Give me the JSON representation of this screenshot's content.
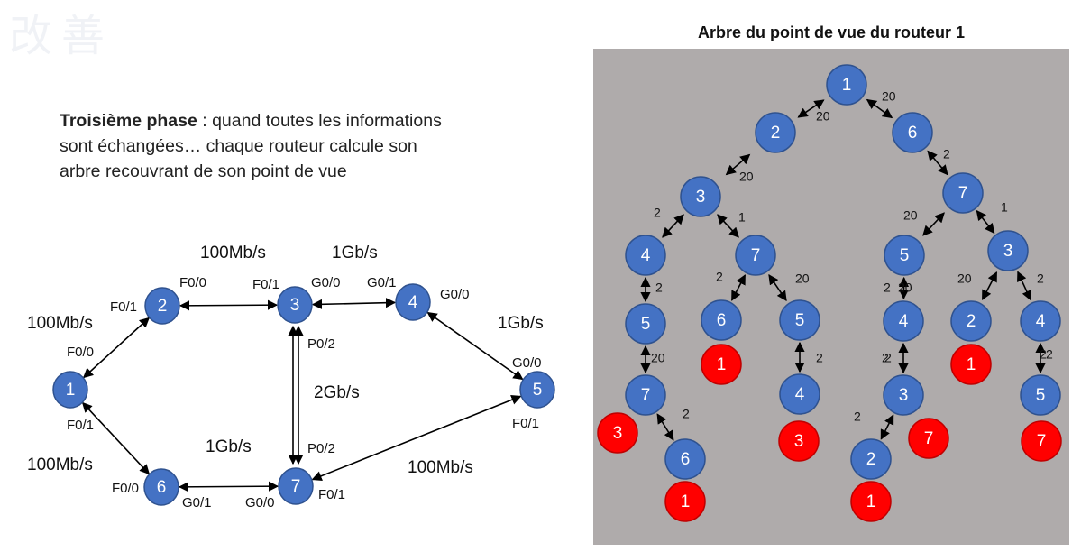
{
  "watermark": "改善",
  "intro": {
    "bold": "Troisième phase",
    "line1_rest": " : quand toutes les informations",
    "line2": "sont échangées… chaque routeur calcule son",
    "line3": "arbre recouvrant de son point de vue"
  },
  "tree_title": "Arbre du point de vue du routeur 1",
  "colors": {
    "blue": "#4472c4",
    "red": "#ff0000",
    "panel": "#afabab"
  },
  "network": {
    "nodes": [
      {
        "id": "r1",
        "label": "1"
      },
      {
        "id": "r2",
        "label": "2"
      },
      {
        "id": "r3",
        "label": "3"
      },
      {
        "id": "r4",
        "label": "4"
      },
      {
        "id": "r5",
        "label": "5"
      },
      {
        "id": "r6",
        "label": "6"
      },
      {
        "id": "r7",
        "label": "7"
      }
    ],
    "labels": [
      {
        "text": "100Mb/s",
        "cls": "big"
      },
      {
        "text": "1Gb/s",
        "cls": "big"
      },
      {
        "text": "100Mb/s",
        "cls": "big"
      },
      {
        "text": "1Gb/s",
        "cls": "big"
      },
      {
        "text": "2Gb/s",
        "cls": "big"
      },
      {
        "text": "100Mb/s",
        "cls": "big"
      },
      {
        "text": "1Gb/s",
        "cls": "big"
      },
      {
        "text": "100Mb/s",
        "cls": "big"
      },
      {
        "text": "F0/0",
        "cls": "small"
      },
      {
        "text": "F0/1",
        "cls": "small"
      },
      {
        "text": "G0/0",
        "cls": "small"
      },
      {
        "text": "G0/1",
        "cls": "small"
      },
      {
        "text": "G0/0",
        "cls": "small"
      },
      {
        "text": "F0/1",
        "cls": "small"
      },
      {
        "text": "F0/0",
        "cls": "small"
      },
      {
        "text": "G0/0",
        "cls": "small"
      },
      {
        "text": "F0/1",
        "cls": "small"
      },
      {
        "text": "P0/2",
        "cls": "small"
      },
      {
        "text": "P0/2",
        "cls": "small"
      },
      {
        "text": "F0/1",
        "cls": "small"
      },
      {
        "text": "F0/0",
        "cls": "small"
      },
      {
        "text": "G0/1",
        "cls": "small"
      },
      {
        "text": "G0/0",
        "cls": "small"
      },
      {
        "text": "F0/1",
        "cls": "small"
      }
    ]
  },
  "tree": {
    "nodes": [
      {
        "label": "1",
        "color": "blue"
      },
      {
        "label": "2",
        "color": "blue"
      },
      {
        "label": "6",
        "color": "blue"
      },
      {
        "label": "3",
        "color": "blue"
      },
      {
        "label": "7",
        "color": "blue"
      },
      {
        "label": "4",
        "color": "blue"
      },
      {
        "label": "7",
        "color": "blue"
      },
      {
        "label": "5",
        "color": "blue"
      },
      {
        "label": "3",
        "color": "blue"
      },
      {
        "label": "5",
        "color": "blue"
      },
      {
        "label": "6",
        "color": "blue"
      },
      {
        "label": "5",
        "color": "blue"
      },
      {
        "label": "4",
        "color": "blue"
      },
      {
        "label": "2",
        "color": "blue"
      },
      {
        "label": "4",
        "color": "blue"
      },
      {
        "label": "7",
        "color": "blue"
      },
      {
        "label": "1",
        "color": "red"
      },
      {
        "label": "4",
        "color": "blue"
      },
      {
        "label": "3",
        "color": "blue"
      },
      {
        "label": "1",
        "color": "red"
      },
      {
        "label": "5",
        "color": "blue"
      },
      {
        "label": "3",
        "color": "red"
      },
      {
        "label": "6",
        "color": "blue"
      },
      {
        "label": "3",
        "color": "red"
      },
      {
        "label": "2",
        "color": "blue"
      },
      {
        "label": "7",
        "color": "red"
      },
      {
        "label": "7",
        "color": "red"
      },
      {
        "label": "1",
        "color": "red"
      },
      {
        "label": "1",
        "color": "red"
      }
    ],
    "weights": [
      "20",
      "20",
      "20",
      "2",
      "2",
      "1",
      "20",
      "1",
      "2",
      "2",
      "20",
      "2",
      "20",
      "2",
      "20",
      "2",
      "2",
      "2",
      "2",
      "2",
      "20",
      "2",
      "2"
    ]
  }
}
